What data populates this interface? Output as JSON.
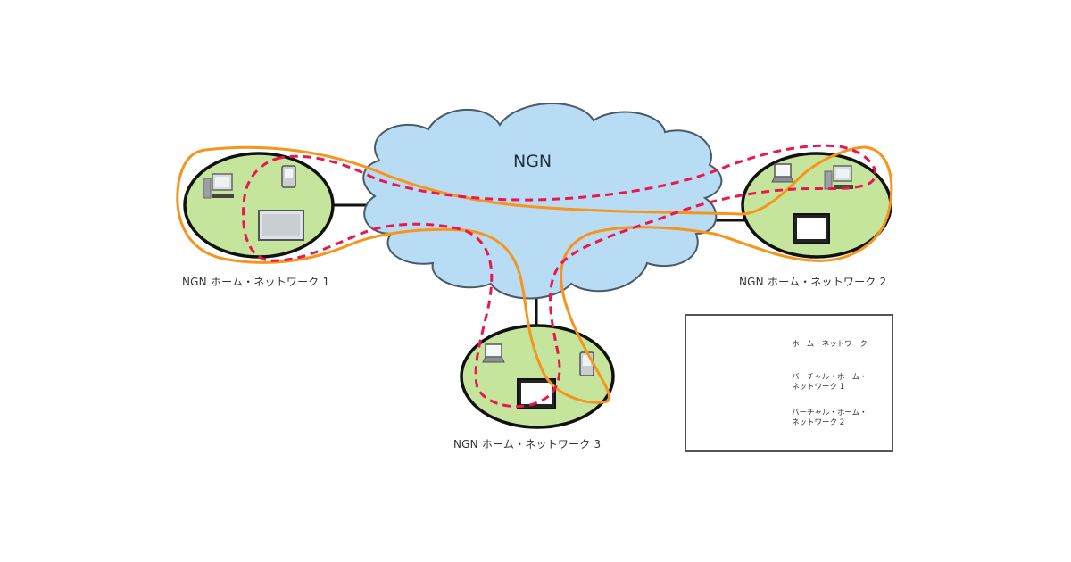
{
  "diagram": {
    "cloud": {
      "label": "NGN"
    },
    "home_networks": [
      {
        "id": "home1",
        "label": "NGN ホーム・ネットワーク 1",
        "devices": [
          "desktop-pc",
          "pda",
          "flat-tv"
        ]
      },
      {
        "id": "home2",
        "label": "NGN ホーム・ネットワーク 2",
        "devices": [
          "laptop",
          "desktop-pc",
          "tv"
        ]
      },
      {
        "id": "home3",
        "label": "NGN ホーム・ネットワーク 3",
        "devices": [
          "laptop",
          "pda",
          "tv"
        ]
      }
    ],
    "virtual_networks": [
      {
        "name": "バーチャル・ホーム・ネットワーク 1",
        "style": "solid",
        "color": "#f7941d"
      },
      {
        "name": "バーチャル・ホーム・ネットワーク 2",
        "style": "dashed",
        "color": "#e8174f"
      }
    ],
    "legend": {
      "items": [
        {
          "symbol": "home-network-ellipse",
          "text": "ホーム・ネットワーク"
        },
        {
          "symbol": "solid-orange-loop",
          "text": "バーチャル・ホーム・\nネットワーク 1"
        },
        {
          "symbol": "dashed-red-loop",
          "text": "バーチャル・ホーム・\nネットワーク 2"
        }
      ]
    },
    "colors": {
      "home_fill": "#c4e59b",
      "cloud_fill": "#b8dcf3",
      "cloud_stroke": "#4a5a66",
      "vhn1": "#f7941d",
      "vhn2": "#e8174f"
    }
  }
}
